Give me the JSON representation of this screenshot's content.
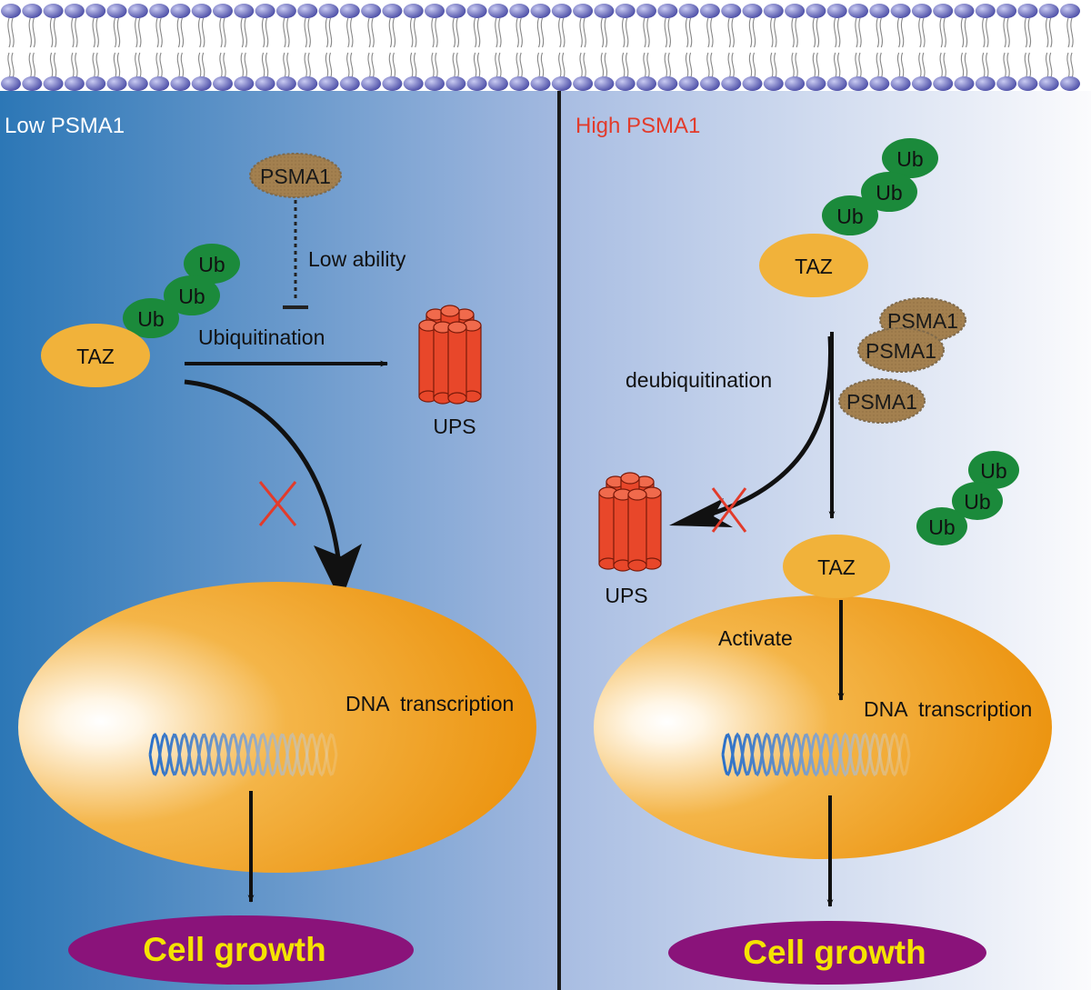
{
  "left_panel": {
    "title": "Low PSMA1",
    "psma1": "PSMA1",
    "inhibition_label": "Low ability",
    "ubiquitination_label": "Ubiquitination",
    "taz": "TAZ",
    "ub_labels": [
      "Ub",
      "Ub",
      "Ub"
    ],
    "ups_label": "UPS",
    "dna_label": "DNA  transcription",
    "output_label": "Cell growth"
  },
  "right_panel": {
    "title": "High PSMA1",
    "taz_top": "TAZ",
    "ub_labels_top": [
      "Ub",
      "Ub",
      "Ub"
    ],
    "psma1_labels": [
      "PSMA1",
      "PSMA1",
      "PSMA1"
    ],
    "deubiquitination_label": "deubiquitination",
    "ups_label": "UPS",
    "ub_labels_free": [
      "Ub",
      "Ub",
      "Ub"
    ],
    "taz_bottom": "TAZ",
    "activate_label": "Activate",
    "dna_label": "DNA  transcription",
    "output_label": "Cell growth"
  },
  "colors": {
    "left_bg_start": "#2c77b6",
    "left_bg_end": "#a3b9e0",
    "right_bg_start": "#a8bde2",
    "right_bg_end": "#fbfbfd",
    "left_title": "#ffffff",
    "right_title": "#e23b2b",
    "taz": "#f1b23a",
    "ub": "#1b8a3b",
    "psma1": "#a3804f",
    "ups": "#e8472a",
    "nucleus": "#ef9a17",
    "cell_growth_fill": "#8a137a",
    "cell_growth_text": "#f5e300",
    "membrane_head": "#5d5fb8",
    "block_cross": "#e23b2b"
  }
}
